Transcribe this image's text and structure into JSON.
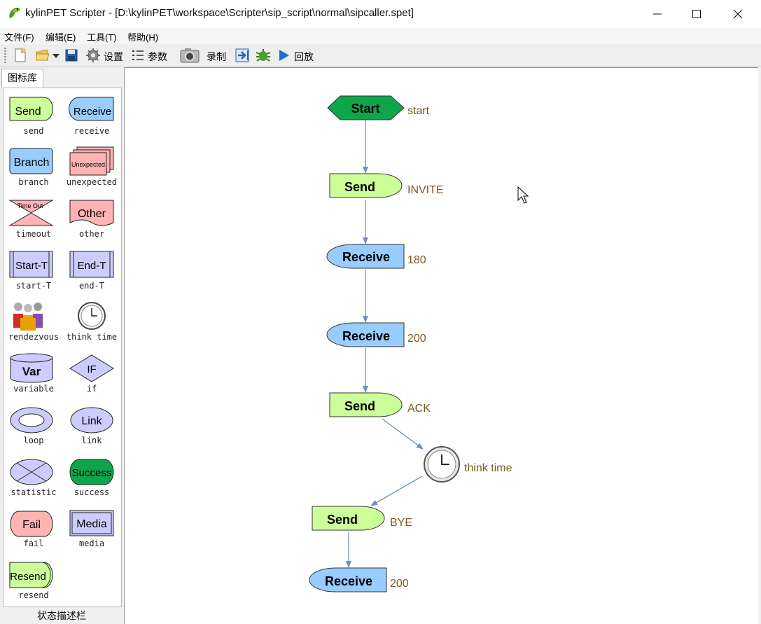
{
  "window": {
    "title": "kylinPET Scripter - [D:\\kylinPET\\workspace\\Scripter\\sip_script\\normal\\sipcaller.spet]"
  },
  "menu": [
    "文件(F)",
    "编辑(E)",
    "工具(T)",
    "帮助(H)"
  ],
  "toolbar": {
    "settings": "设置",
    "params": "参数",
    "record": "录制",
    "replay": "回放"
  },
  "palette": {
    "tab": "图标库",
    "items": [
      {
        "icon_text": "Send",
        "label": "send"
      },
      {
        "icon_text": "Receive",
        "label": "receive"
      },
      {
        "icon_text": "Branch",
        "label": "branch"
      },
      {
        "icon_text": "Unexpected",
        "label": "unexpected"
      },
      {
        "icon_text": "Time Out",
        "label": "timeout"
      },
      {
        "icon_text": "Other",
        "label": "other"
      },
      {
        "icon_text": "Start-T",
        "label": "start-T"
      },
      {
        "icon_text": "End-T",
        "label": "end-T"
      },
      {
        "icon_text": "",
        "label": "rendezvous"
      },
      {
        "icon_text": "",
        "label": "think time"
      },
      {
        "icon_text": "Var",
        "label": "variable"
      },
      {
        "icon_text": "IF",
        "label": "if"
      },
      {
        "icon_text": "",
        "label": "loop"
      },
      {
        "icon_text": "Link",
        "label": "link"
      },
      {
        "icon_text": "",
        "label": "statistic"
      },
      {
        "icon_text": "Success",
        "label": "success"
      },
      {
        "icon_text": "Fail",
        "label": "fail"
      },
      {
        "icon_text": "Media",
        "label": "media"
      },
      {
        "icon_text": "Resend",
        "label": "resend"
      }
    ],
    "status_label": "状态描述栏"
  },
  "flow": {
    "nodes": [
      {
        "kind": "start",
        "label": "Start",
        "caption": "start"
      },
      {
        "kind": "send",
        "label": "Send",
        "caption": "INVITE"
      },
      {
        "kind": "receive",
        "label": "Receive",
        "caption": "180"
      },
      {
        "kind": "receive",
        "label": "Receive",
        "caption": "200"
      },
      {
        "kind": "send",
        "label": "Send",
        "caption": "ACK"
      },
      {
        "kind": "thinktime",
        "label": "",
        "caption": "think time"
      },
      {
        "kind": "send",
        "label": "Send",
        "caption": "BYE"
      },
      {
        "kind": "receive",
        "label": "Receive",
        "caption": "200"
      }
    ]
  },
  "colors": {
    "send_fill": "#ccff99",
    "receive_fill": "#99ccff",
    "start_fill": "#0fa64b",
    "arrow": "#7090bb",
    "caption": "#7a5a1e"
  }
}
